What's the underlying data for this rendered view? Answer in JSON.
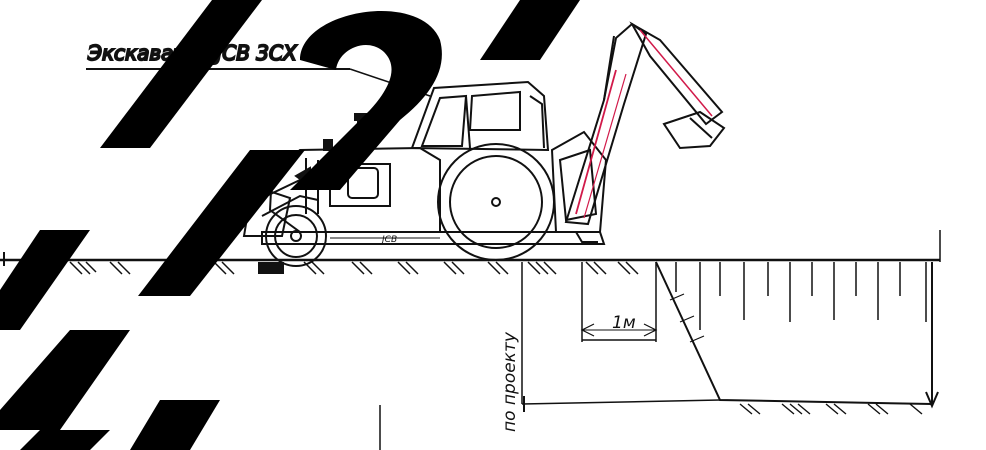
{
  "labels": {
    "machine": "Экскаватор JCB 3CX",
    "dimension": "1м",
    "depth": "по проекту"
  },
  "colors": {
    "ink": "#111111",
    "watermark": "#000000",
    "boom_accent": "#d11a4a"
  }
}
